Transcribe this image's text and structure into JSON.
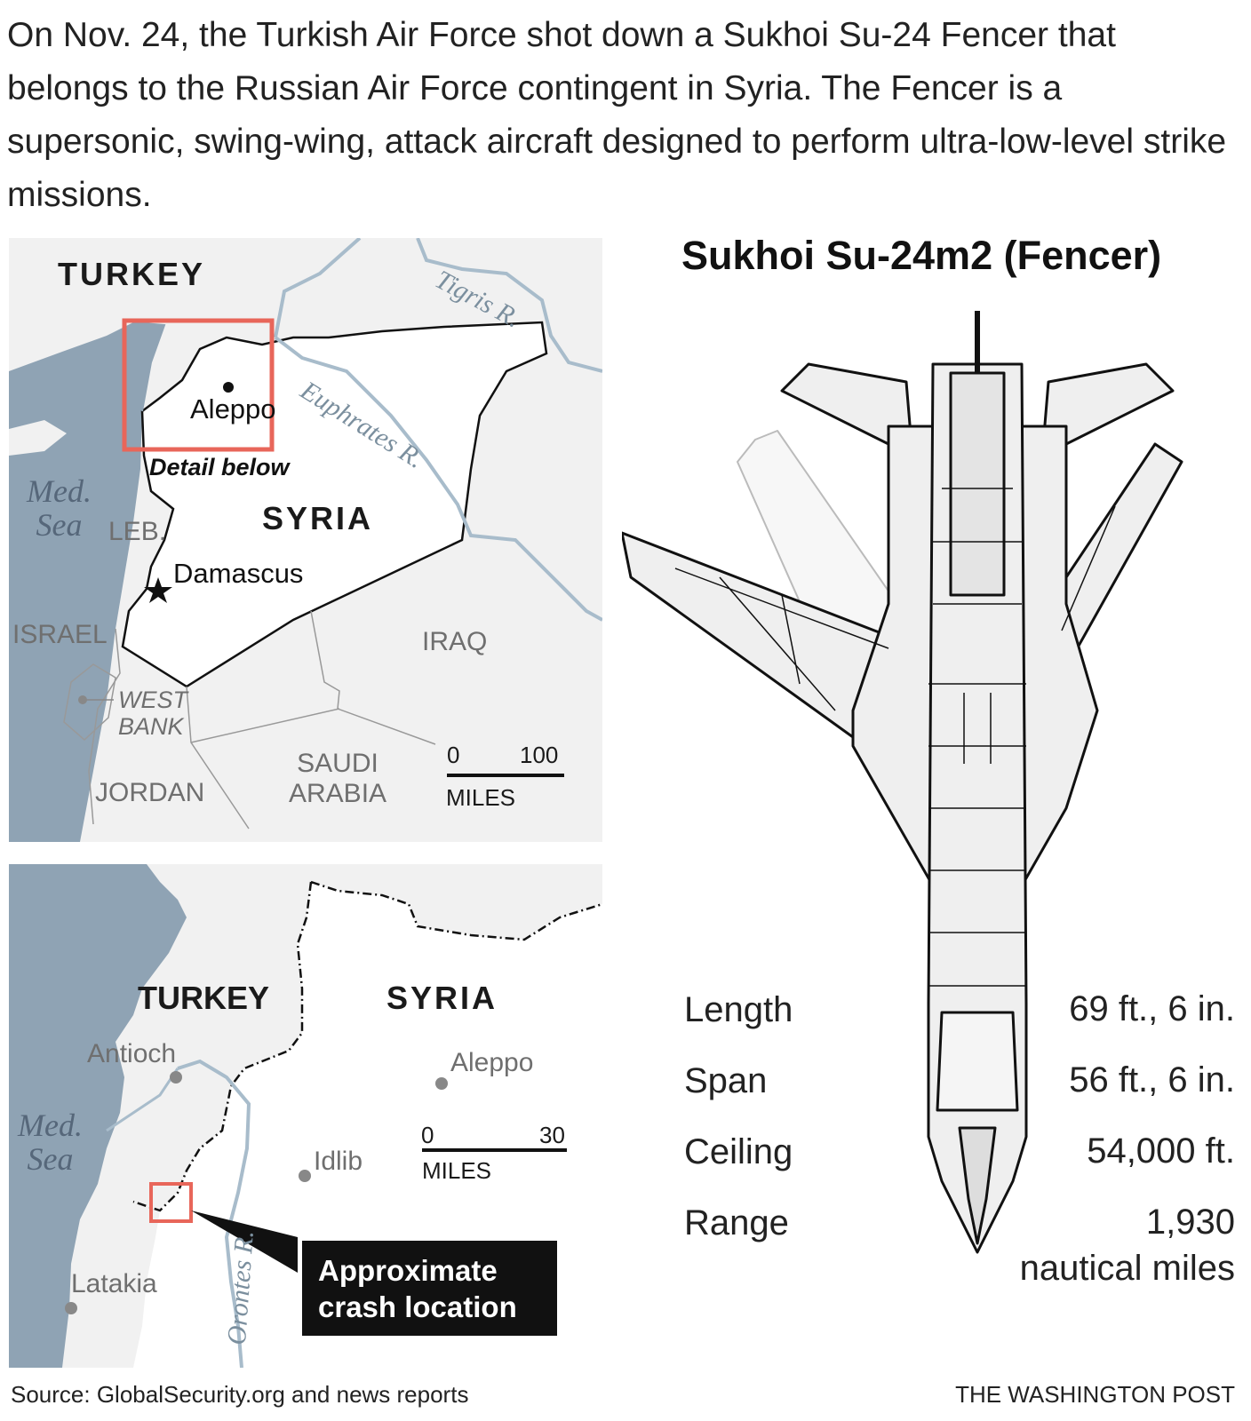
{
  "intro": "On Nov. 24, the Turkish Air Force shot down a Sukhoi Su-24 Fencer that belongs to the Russian Air Force contingent in Syria. The Fencer is a supersonic, swing-wing, attack aircraft designed to perform ultra-low-level strike missions.",
  "map_top": {
    "turkey": "TURKEY",
    "syria": "SYRIA",
    "iraq": "IRAQ",
    "jordan": "JORDAN",
    "saudi": "SAUDI ARABIA",
    "lebanon": "LEB.",
    "israel": "ISRAEL",
    "west_bank": "WEST BANK",
    "sea_line1": "Med.",
    "sea_line2": "Sea",
    "aleppo": "Aleppo",
    "damascus": "Damascus",
    "detail_below": "Detail below",
    "tigris": "Tigris R.",
    "euphrates": "Euphrates R.",
    "scale_zero": "0",
    "scale_max": "100",
    "scale_unit": "MILES"
  },
  "map_bottom": {
    "turkey": "TURKEY",
    "syria": "SYRIA",
    "antioch": "Antioch",
    "aleppo": "Aleppo",
    "idlib": "Idlib",
    "latakia": "Latakia",
    "sea_line1": "Med.",
    "sea_line2": "Sea",
    "orontes": "Orontes R.",
    "scale_zero": "0",
    "scale_max": "30",
    "scale_unit": "MILES",
    "callout_line1": "Approximate",
    "callout_line2": "crash location"
  },
  "aircraft": {
    "title": "Sukhoi Su-24m2 (Fencer)",
    "specs": [
      {
        "name": "Length",
        "value": "69 ft., 6 in."
      },
      {
        "name": "Span",
        "value": "56 ft., 6 in."
      },
      {
        "name": "Ceiling",
        "value": "54,000 ft."
      },
      {
        "name": "Range",
        "value_line1": "1,930",
        "value_line2": "nautical miles"
      }
    ]
  },
  "footer": {
    "source": "Source: GlobalSecurity.org and news reports",
    "credit": "THE WASHINGTON POST"
  },
  "colors": {
    "sea": "#8fa3b4",
    "land": "#ffffff",
    "neighbor_land": "#f1f1f1",
    "river": "#a8bccb",
    "highlight_box": "#e8665a",
    "callout_bg": "#111111"
  }
}
